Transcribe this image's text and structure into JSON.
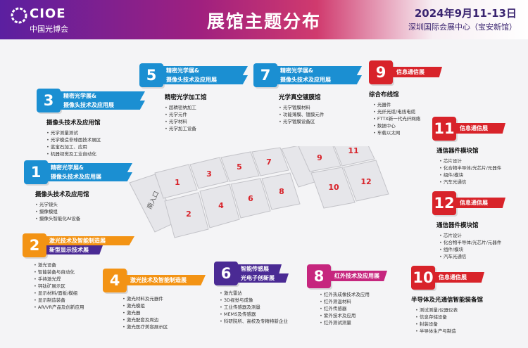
{
  "header": {
    "logo_main": "CIOE",
    "logo_sub": "中国光博会",
    "title": "展馆主题分布",
    "date": "2024年9月11-13日",
    "venue": "深圳国际会展中心（宝安新馆）"
  },
  "colors": {
    "blue": "#1b8fd2",
    "orange": "#f39314",
    "purple": "#4a2a94",
    "magenta": "#c6267e",
    "red": "#d8232a"
  },
  "halls": {
    "h1": {
      "num": "1",
      "ribbon1": "精密光学展&",
      "ribbon2": "摄像头技术及应用展",
      "name": "摄像头技术及应用馆",
      "items": [
        "光学镜头",
        "摄像模组",
        "摄像头智能化AI设备"
      ]
    },
    "h2": {
      "num": "2",
      "ribbon1": "激光技术及智能制造展",
      "ribbon2": "新型显示技术展",
      "name": "",
      "items": [
        "激光设备",
        "智能装备与自动化",
        "手持激光焊",
        "钙钛矿展示区",
        "显示材料/面板/模组",
        "显示制造装备",
        "AR/VR产品及创新应用"
      ]
    },
    "h3": {
      "num": "3",
      "ribbon1": "精密光学展&",
      "ribbon2": "摄像头技术及应用展",
      "name": "摄像头技术及应用馆",
      "items": [
        "光学测量测试",
        "光学模造非球面技术展区",
        "蓝宝石加工、应用",
        "机器视觉及工业自动化"
      ]
    },
    "h4": {
      "num": "4",
      "ribbon": "激光技术及智能制造展",
      "name": "",
      "items": [
        "激光材料及元器件",
        "激光模组",
        "激光器",
        "激光配套及周边",
        "激光医疗美容展示区"
      ]
    },
    "h5": {
      "num": "5",
      "ribbon1": "精密光学展&",
      "ribbon2": "摄像头技术及应用展",
      "name": "精密光学加工馆",
      "items": [
        "超精密纳加工",
        "光学元件",
        "光学材料",
        "光学加工设备"
      ]
    },
    "h6": {
      "num": "6",
      "ribbon1": "智能传感展",
      "ribbon2": "光电子创新展",
      "name": "",
      "items": [
        "激光雷达",
        "3D视觉与成像",
        "工业传感器及测量",
        "MEMS及传感器",
        "科研院所、高校及专精特新企业"
      ]
    },
    "h7": {
      "num": "7",
      "ribbon1": "精密光学展&",
      "ribbon2": "摄像头技术及应用展",
      "name": "光学真空镀膜馆",
      "items": [
        "光学镀膜材料",
        "功能薄膜、镀膜元件",
        "光学镀膜设备区"
      ]
    },
    "h8": {
      "num": "8",
      "ribbon": "红外技术及应用展",
      "name": "",
      "items": [
        "红外热成像技术及应用",
        "红外测温材料",
        "红外传感器",
        "紫外技术及应用",
        "红外测试测量"
      ]
    },
    "h9": {
      "num": "9",
      "ribbon": "信息通信展",
      "name": "综合布线馆",
      "items": [
        "光器件",
        "光纤光缆/电线电缆",
        "FTTX新一代光纤网络",
        "数据中心",
        "车载以太网"
      ]
    },
    "h10": {
      "num": "10",
      "ribbon": "信息通信展",
      "name": "半导体及光通信智能装备馆",
      "items": [
        "测试测量/仪器仪表",
        "信息存储设备",
        "封装设备",
        "半导体生产与制造"
      ]
    },
    "h11": {
      "num": "11",
      "ribbon": "信息通信展",
      "name": "通信器件模块馆",
      "items": [
        "芯片设计",
        "化合物半导体/光芯片/元器件",
        "组件/模块",
        "汽车光通信"
      ]
    },
    "h12": {
      "num": "12",
      "ribbon": "信息通信展",
      "name": "通信器件模块馆",
      "items": [
        "芯片设计",
        "化合物半导体/光芯片/元器件",
        "组件/模块",
        "汽车光通信"
      ]
    }
  },
  "map": {
    "south_entrance": "南入口",
    "hall_numbers": [
      "1",
      "2",
      "3",
      "4",
      "5",
      "6",
      "7",
      "8",
      "9",
      "10",
      "11",
      "12"
    ]
  }
}
